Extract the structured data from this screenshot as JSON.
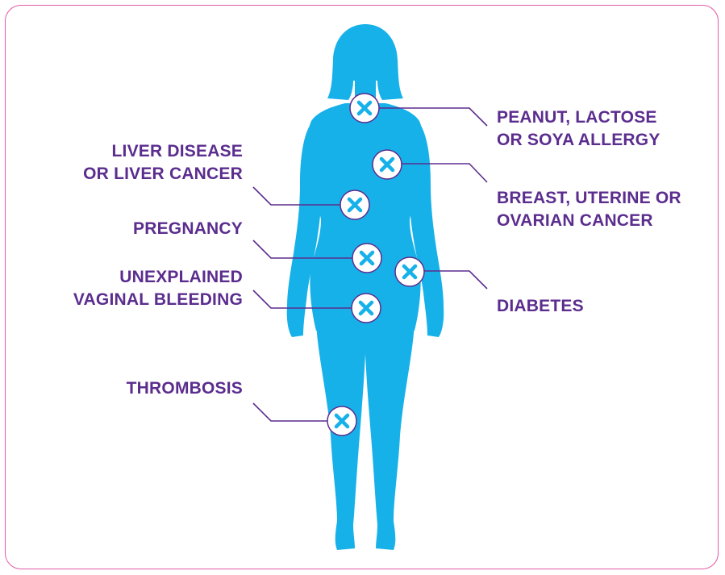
{
  "colors": {
    "frame_border": "#e35aa6",
    "body_silhouette": "#17b1ea",
    "text": "#5b2d8e",
    "marker_fill": "#ffffff",
    "marker_x": "#17b1ea",
    "connector": "#5b2d8e"
  },
  "markers": [
    {
      "id": "allergy",
      "icon": "x-mark-icon",
      "lines": [
        "PEANUT, LACTOSE",
        "OR SOYA ALLERGY"
      ]
    },
    {
      "id": "breast-cancer",
      "icon": "x-mark-icon",
      "lines": [
        "BREAST, UTERINE OR",
        "OVARIAN CANCER"
      ]
    },
    {
      "id": "liver",
      "icon": "x-mark-icon",
      "lines": [
        "LIVER DISEASE",
        "OR LIVER CANCER"
      ]
    },
    {
      "id": "pregnancy",
      "icon": "x-mark-icon",
      "lines": [
        "PREGNANCY"
      ]
    },
    {
      "id": "diabetes",
      "icon": "x-mark-icon",
      "lines": [
        "DIABETES"
      ]
    },
    {
      "id": "bleeding",
      "icon": "x-mark-icon",
      "lines": [
        "UNEXPLAINED",
        "VAGINAL BLEEDING"
      ]
    },
    {
      "id": "thrombosis",
      "icon": "x-mark-icon",
      "lines": [
        "THROMBOSIS"
      ]
    }
  ]
}
